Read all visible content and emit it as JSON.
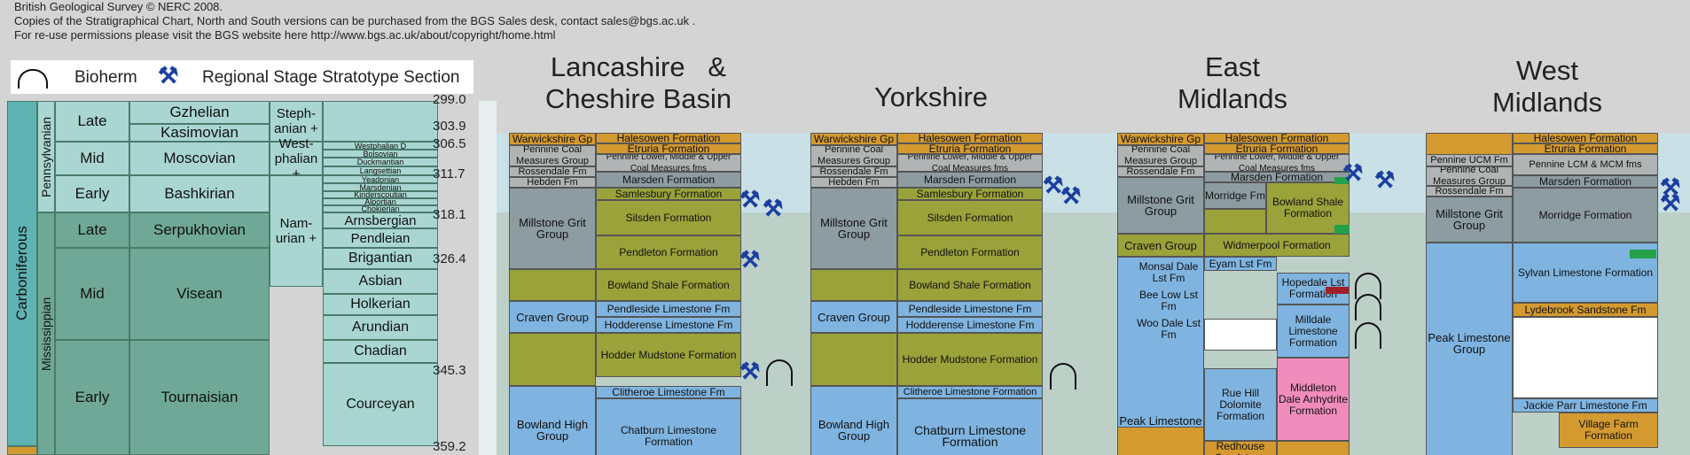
{
  "header": {
    "line1": "British Geological Survey © NERC 2008.",
    "line2": "Copies of the Stratigraphical Chart, North and South versions can be purchased from the BGS Sales desk, contact sales@bgs.ac.uk .",
    "line3": "For re-use permissions please visit the BGS website here http://www.bgs.ac.uk/about/copyright/home.html"
  },
  "legend": {
    "bioherm": "Bioherm",
    "stratotype": "Regional Stage Stratotype Section"
  },
  "system": "Carboniferous",
  "subsystems": [
    "Pennsylvanian",
    "Mississippian"
  ],
  "series": [
    "Late",
    "Mid",
    "Early",
    "Late",
    "Mid",
    "Early"
  ],
  "global_stages": [
    "Gzhelian",
    "Kasimovian",
    "Moscovian",
    "Bashkirian",
    "Serpukhovian",
    "Visean",
    "Tournaisian"
  ],
  "euro_stages": [
    "Steph-anian +",
    "West-phalian +",
    "Nam-urian +"
  ],
  "regional_stages_small": [
    "Westphalian D",
    "Bolsovian",
    "Duckmantian",
    "Langsettian",
    "Yeadonian",
    "Marsdenian",
    "Kinderscoutian",
    "Alportian",
    "Chokierian"
  ],
  "regional_stages": [
    "Arnsbergian",
    "Pendleian",
    "Brigantian",
    "Asbian",
    "Holkerian",
    "Arundian",
    "Chadian",
    "Courceyan"
  ],
  "ages": [
    "299.0",
    "303.9",
    "306.5",
    "311.7",
    "318.1",
    "326.4",
    "345.3",
    "359.2"
  ],
  "regions": {
    "lancashire": "Lancashire   &\nCheshire Basin",
    "yorkshire": "Yorkshire",
    "east_midlands": "East\nMidlands",
    "west_midlands": "West\nMidlands"
  },
  "lancs": {
    "groups": [
      "Warwickshire Gp",
      "Pennine Coal Measures Group",
      "Rossendale Fm",
      "Hebden Fm",
      "Millstone Grit Group",
      "Craven Group",
      "Bowland High Group"
    ],
    "formations": [
      "Halesowen Formation",
      "Etruria Formation",
      "Pennine Lower, Middle & Upper Coal Measures fms",
      "Marsden Formation",
      "Samlesbury Formation",
      "Silsden Formation",
      "Pendleton Formation",
      "Bowland Shale Formation",
      "Pendleside Limestone Fm",
      "Hodderense Limestone Fm",
      "Hodder Mudstone Formation",
      "Clitheroe Limestone Fm",
      "Chatburn Limestone Formation"
    ]
  },
  "yorks": {
    "groups": [
      "Warwickshire Gp",
      "Pennine Coal Measures Group",
      "Rossendale Fm",
      "Hebden Fm",
      "Millstone Grit Group",
      "Craven Group",
      "Bowland High Group"
    ],
    "formations": [
      "Halesowen Formation",
      "Etruria Formation",
      "Pennine Lower, Middle & Upper Coal Measures fms",
      "Marsden Formation",
      "Samlesbury Formation",
      "Silsden Formation",
      "Pendleton Formation",
      "Bowland Shale Formation",
      "Pendleside Limestone Fm",
      "Hodderense Limestone Fm",
      "Hodder Mudstone Formation",
      "Clitheroe Limestone Formation",
      "Chatburn Limestone Formation"
    ]
  },
  "emids": {
    "groups": [
      "Warwickshire Gp",
      "Pennine Coal Measures Group",
      "Rossendale Fm",
      "Millstone Grit Group",
      "Craven Group",
      "Monsal Dale Lst Fm",
      "Bee Low Lst Fm",
      "Woo Dale Lst Fm",
      "Peak Limestone Group"
    ],
    "formations": [
      "Halesowen Formation",
      "Etruria Formation",
      "Pennine Lower, Middle & Upper Coal Measures fms",
      "Marsden Formation",
      "Morridge Fm",
      "Bowland Shale Formation",
      "Widmerpool Formation",
      "Eyam Lst Fm",
      "Hopedale Lst Formation",
      "Milldale Limestone Formation",
      "Rue Hill Dolomite Formation",
      "Middleton Dale Anhydrite Formation",
      "Redhouse Sandstone Formation"
    ]
  },
  "wmids": {
    "groups": [
      "Pennine UCM Fm",
      "Pennine Coal Measures Group",
      "Rossendale Fm",
      "Millstone Grit Group",
      "Peak Limestone Group"
    ],
    "formations": [
      "Halesowen Formation",
      "Etruria Formation",
      "Pennine LCM & MCM fms",
      "Marsden Formation",
      "Morridge Formation",
      "Sylvan Limestone Formation",
      "Lydebrook Sandstone Fm",
      "Jackie Parr Limestone Fm",
      "Village Farm Formation"
    ]
  },
  "colors": {
    "grit": "#8c9ca0",
    "coal": "#b0b4b4",
    "olive": "#9aa23a",
    "lime": "#7fb4e0",
    "orange": "#d49a30",
    "pink": "#f08cbc",
    "teal": "#6fb0a0"
  }
}
